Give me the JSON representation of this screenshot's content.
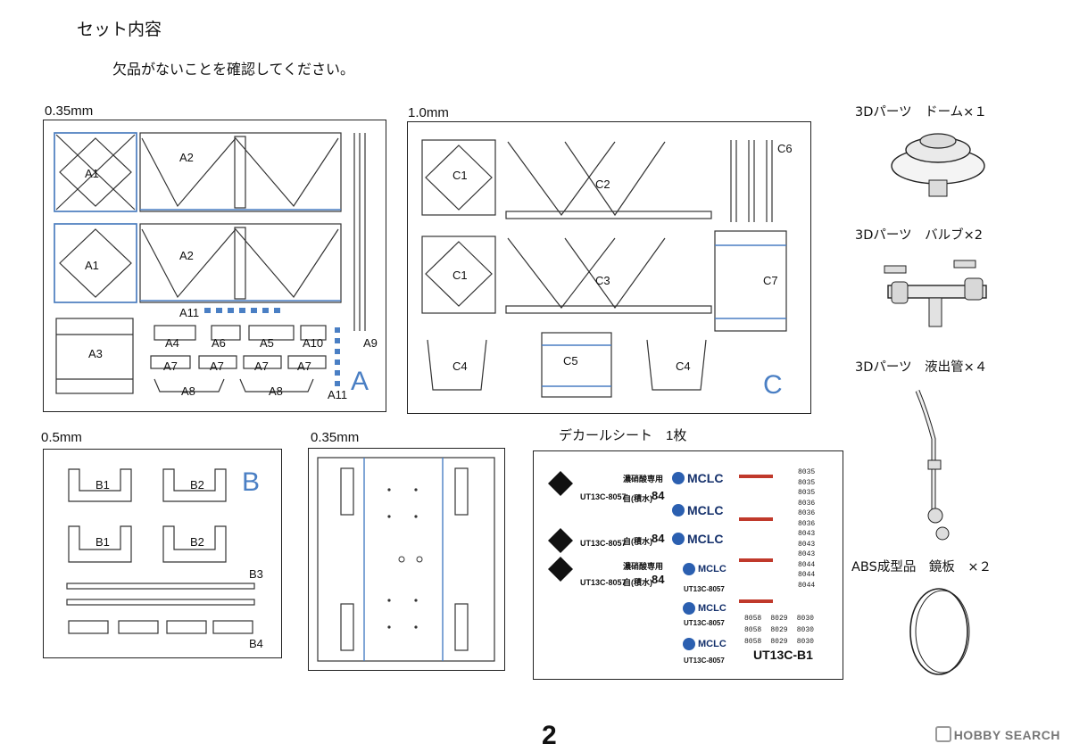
{
  "header": {
    "title": "セット内容",
    "subtitle": "欠品がないことを確認してください。"
  },
  "panels": {
    "a_thickness": "0.35mm",
    "c_thickness": "1.0mm",
    "b_thickness": "0.5mm",
    "plate_thickness": "0.35mm",
    "decal_label": "デカールシート　1枚"
  },
  "parts_a": [
    "A1",
    "A2",
    "A1",
    "A2",
    "A11",
    "A3",
    "A4",
    "A6",
    "A5",
    "A10",
    "A9",
    "A7",
    "A7",
    "A7",
    "A7",
    "A8",
    "A8",
    "A11"
  ],
  "letter_a": "A",
  "parts_c": [
    "C1",
    "C2",
    "C6",
    "C1",
    "C3",
    "C7",
    "C4",
    "C5",
    "C4"
  ],
  "letter_c": "C",
  "parts_b": [
    "B1",
    "B2",
    "B1",
    "B2",
    "B3",
    "B4"
  ],
  "letter_b": "B",
  "decal": {
    "company": "MCLC",
    "car_no": "UT13C-8057",
    "acid": "濃硝酸専用",
    "tare": "84",
    "tare_prefix": "自(積水)",
    "footer": "UT13C-B1",
    "num_col1": [
      "8035",
      "8035",
      "8035",
      "8036",
      "8036",
      "8036",
      "8043",
      "8043",
      "8043",
      "8044",
      "8044",
      "8044"
    ],
    "num_row1": [
      "8058",
      "8029",
      "8030"
    ],
    "num_row2": [
      "8058",
      "8029",
      "8030"
    ],
    "num_row3": [
      "8058",
      "8029",
      "8030"
    ]
  },
  "side_parts": [
    {
      "label": "3Dパーツ　ドーム×１"
    },
    {
      "label": "3Dパーツ　バルブ×2"
    },
    {
      "label": "3Dパーツ　液出管×４"
    },
    {
      "label": "ABS成型品　鏡板　×２"
    }
  ],
  "page_number": "2",
  "brand": "HOBBY SEARCH",
  "colors": {
    "accent_blue": "#4a7fc4",
    "line": "#222222"
  }
}
